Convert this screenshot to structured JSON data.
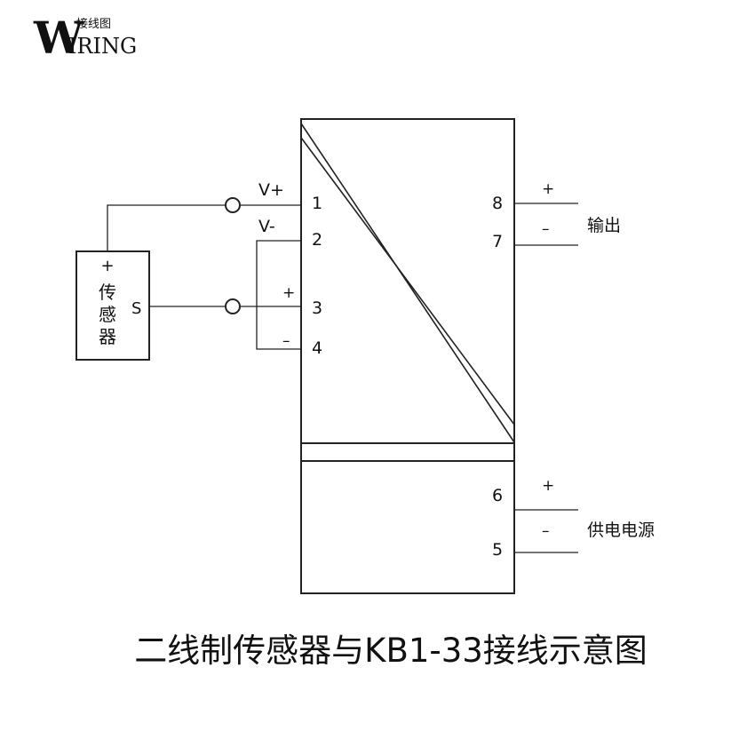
{
  "logo": {
    "letter": "W",
    "word": "IRING",
    "cn": "接线图"
  },
  "caption": "二线制传感器与KB1-33接线示意图",
  "sensor": {
    "name_lines": [
      "传",
      "感",
      "器"
    ],
    "plus": "+",
    "signal": "S"
  },
  "terminals": {
    "t1": "1",
    "t2": "2",
    "t3": "3",
    "t4": "4",
    "t5": "5",
    "t6": "6",
    "t7": "7",
    "t8": "8"
  },
  "labels": {
    "vplus": "V+",
    "vminus": "V-",
    "in_plus": "+",
    "in_minus": "–",
    "out_plus": "+",
    "out_minus": "–",
    "output": "输出",
    "pwr_plus": "+",
    "pwr_minus": "–",
    "power": "供电电源"
  }
}
